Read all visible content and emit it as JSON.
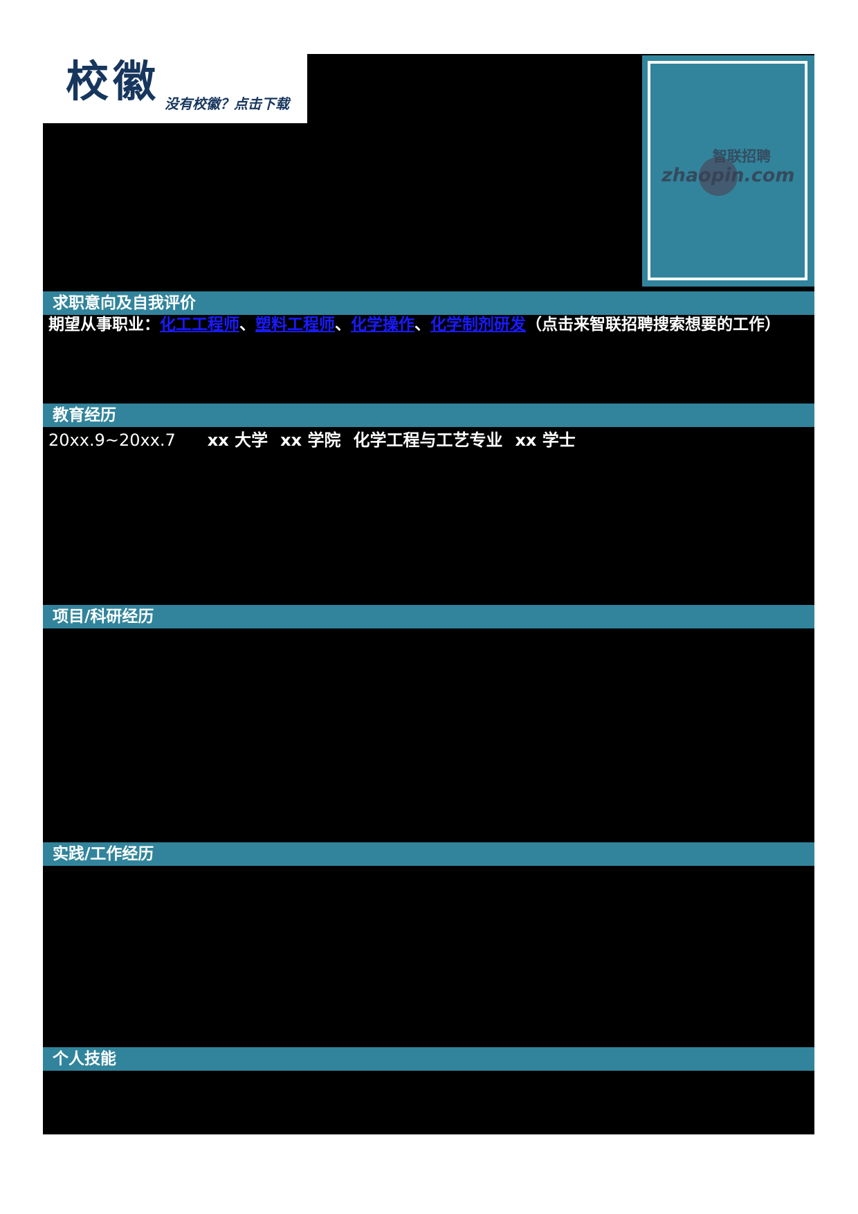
{
  "colors": {
    "teal_accent": "#31849B",
    "navy_logo": "#17365D",
    "link_blue": "#1A1AFF",
    "content_background": "#000000",
    "page_background": "#FFFFFF",
    "watermark_gray": "#4B5566"
  },
  "logo": {
    "title": "校徽",
    "hint": "没有校徽？点击下载"
  },
  "photo": {
    "watermark_cn": "智联招聘",
    "watermark_en": "zhaopin.com"
  },
  "sections": [
    {
      "title": "求职意向及自我评价"
    },
    {
      "title": "教育经历"
    },
    {
      "title": "项目/科研经历"
    },
    {
      "title": "实践/工作经历"
    },
    {
      "title": "个人技能"
    }
  ],
  "intent": {
    "label": "期望从事职业：",
    "links": [
      "化工工程师",
      "塑料工程师",
      "化学操作",
      "化学制剂研发"
    ],
    "separator": "、",
    "note": "（点击来智联招聘搜索想要的工作）"
  },
  "education": {
    "period": "20xx.9~20xx.7",
    "university": "xx 大学",
    "college": "xx 学院",
    "major": "化学工程与工艺专业",
    "degree": "xx 学士"
  }
}
